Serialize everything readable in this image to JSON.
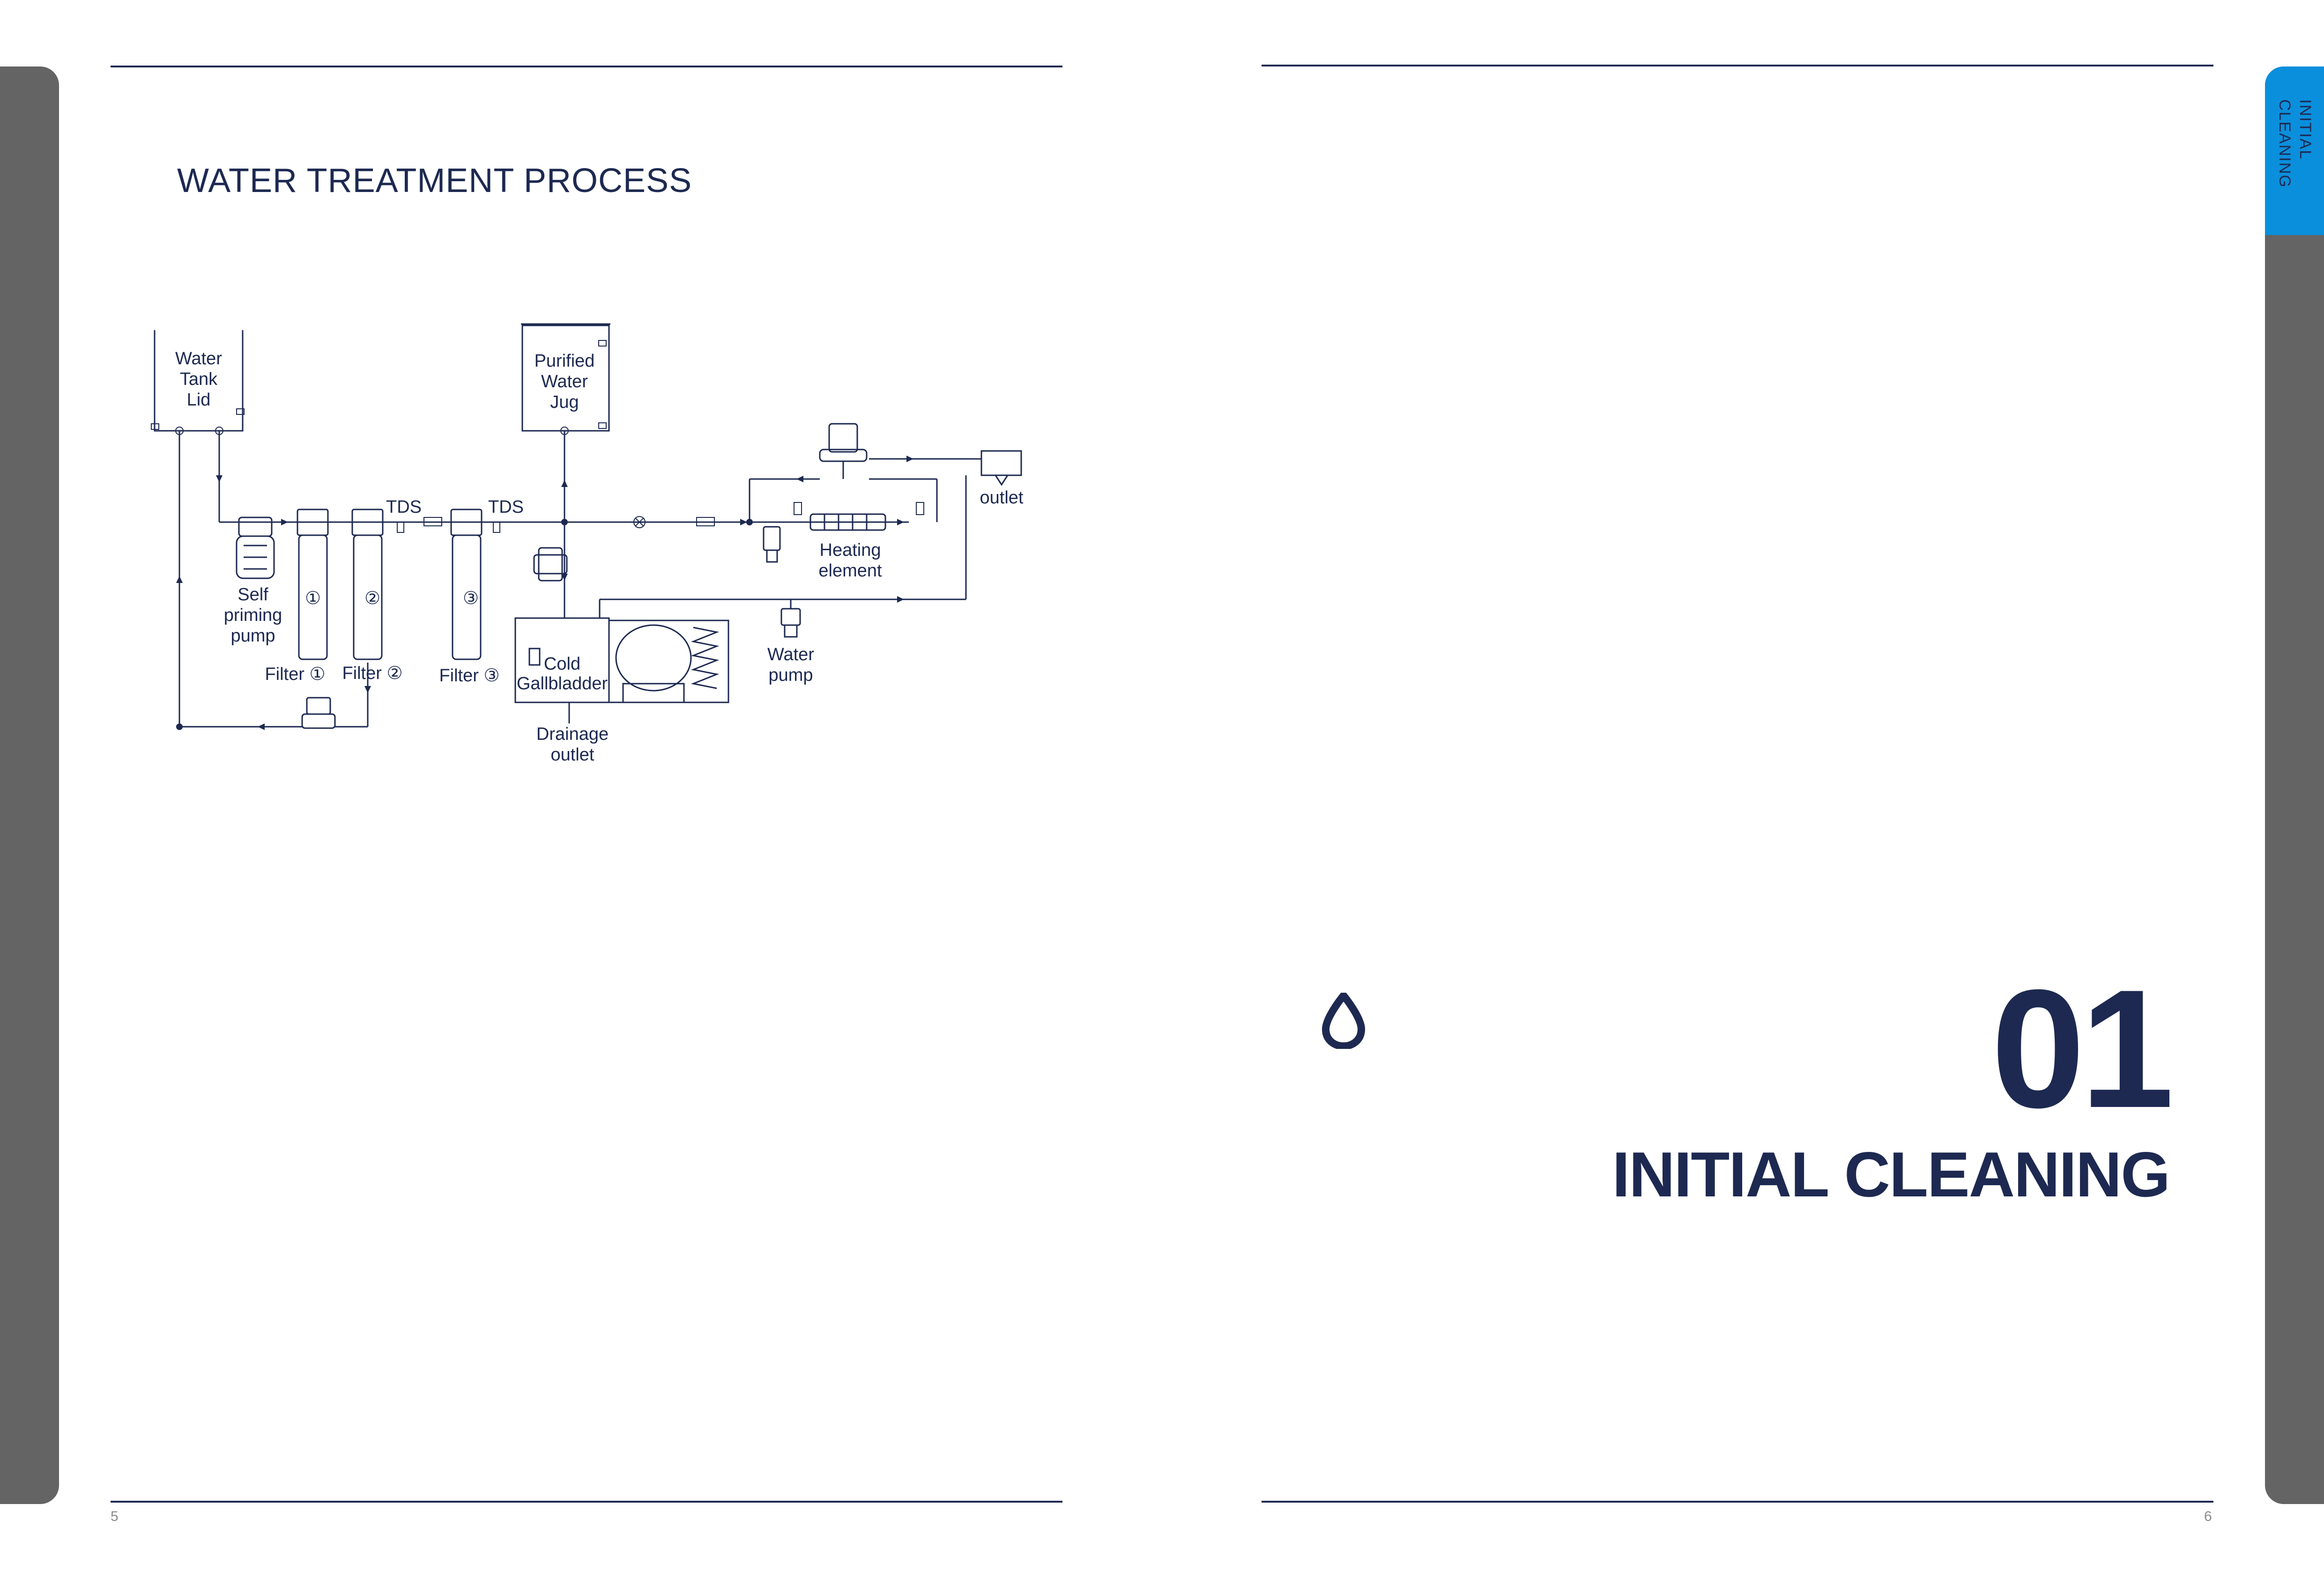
{
  "left_page": {
    "title": "WATER TREATMENT PROCESS",
    "page_number": "5"
  },
  "right_page": {
    "section_tab": "INITIAL CLEANING",
    "chapter_number": "01",
    "chapter_title": "INITIAL CLEANING",
    "page_number": "6",
    "icon": "water-drop-icon"
  },
  "diagram": {
    "labels": {
      "water_tank_lid": [
        "Water",
        "Tank",
        "Lid"
      ],
      "purified_jug": [
        "Purified",
        "Water",
        "Jug"
      ],
      "outlet": "outlet",
      "tds_1": "TDS",
      "tds_2": "TDS",
      "heating_element": [
        "Heating",
        "element"
      ],
      "self_priming_pump": [
        "Self",
        "priming",
        "pump"
      ],
      "filter_1": "Filter ①",
      "filter_2": "Filter ②",
      "filter_3": "Filter ③",
      "filter_1_num": "①",
      "filter_2_num": "②",
      "filter_3_num": "③",
      "cold_gallbladder": [
        "Cold",
        "Gallbladder"
      ],
      "water_pump": [
        "Water",
        "pump"
      ],
      "drainage_outlet": [
        "Drainage",
        "outlet"
      ]
    }
  },
  "colors": {
    "navy": "#1d2951",
    "blue": "#0a8fdc",
    "gray": "#646464"
  }
}
